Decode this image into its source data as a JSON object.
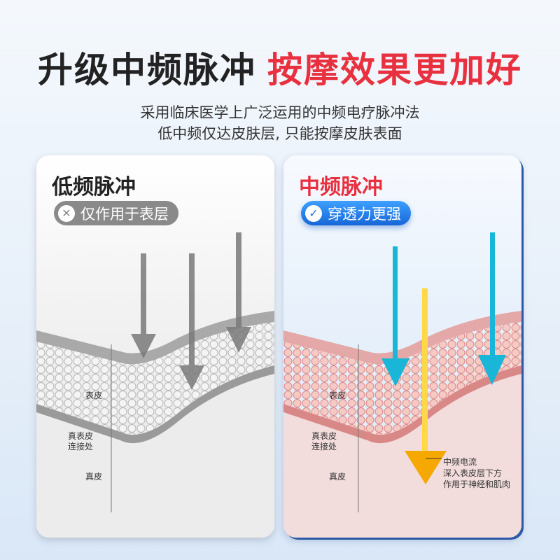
{
  "header": {
    "title_black": "升级中频脉冲",
    "title_red": "按摩效果更加好",
    "subtitle_lines": [
      "采用临床医学上广泛运用的中频电疗脉冲法",
      "低中频仅达皮肤层, 只能按摩皮肤表面"
    ]
  },
  "cards": [
    {
      "title": "低频脉冲",
      "title_color": "#222222",
      "badge": "仅作用于表层",
      "badge_icon": "x-circle-icon",
      "badge_color": "#8a8a8a",
      "labels": {
        "epidermis": "表皮",
        "junction": [
          "真表皮",
          "连接处"
        ],
        "dermis": "真皮"
      }
    },
    {
      "title": "中频脉冲",
      "title_color": "#e8303f",
      "badge": "穿透力更强",
      "badge_icon": "check-circle-icon",
      "badge_color": "#1c6fe0",
      "labels": {
        "epidermis": "表皮",
        "junction": [
          "真表皮",
          "连接处"
        ],
        "dermis": "真皮"
      },
      "note": [
        "中频电流",
        "深入表皮层下方",
        "作用于神经和肌肉"
      ]
    }
  ],
  "colors": {
    "accent_red": "#e8303f",
    "accent_blue": "#1c6fe0",
    "arrow_cyan": "#19b6d8",
    "arrow_gold": "#f5a800",
    "arrow_gray": "#7a7a7a"
  }
}
